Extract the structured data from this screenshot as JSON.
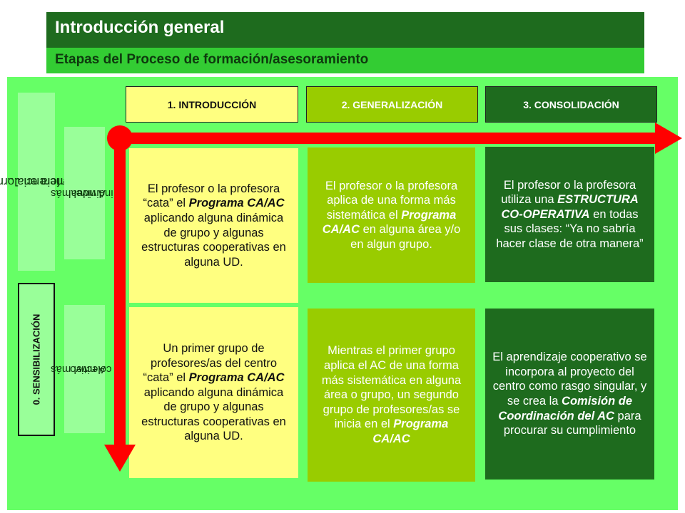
{
  "header": {
    "title": "Introducción general",
    "subtitle": "Etapas del Proceso de formación/asesoramiento"
  },
  "side": {
    "ponencia": [
      "Ponencia en Jornadas,",
      "conferencia..."
    ],
    "sensibilizacion": "0. SENSIBILIZACIÓN",
    "individual": [
      "A nivel más",
      "individual"
    ],
    "colectivo": [
      "A nivel más",
      "colectivo"
    ]
  },
  "stages": [
    {
      "label": "1. INTRODUCCIÓN"
    },
    {
      "label": "2. GENERALIZACIÓN"
    },
    {
      "label": "3. CONSOLIDACIÓN"
    }
  ],
  "cells": {
    "intro_individual": {
      "t1": "El profesor o la profesora “cata” el ",
      "em1": "Programa CA/AC",
      "t2": " aplicando alguna dinámica de grupo y algunas estructuras cooperativas en alguna UD."
    },
    "intro_colectivo": {
      "t1": "Un primer grupo de profesores/as del centro “cata” el ",
      "em1": "Programa CA/AC",
      "t2": " aplicando alguna dinámica de grupo y algunas estructuras cooperativas en alguna UD."
    },
    "gen_individual": {
      "t1": "El profesor o la profesora aplica de una forma más sistemática el ",
      "em1": "Programa CA/AC",
      "t2": " en alguna área y/o en algun grupo."
    },
    "gen_colectivo": {
      "t1": "Mientras el primer grupo aplica el AC de una forma más sistemática en alguna área o grupo, un segundo grupo de profesores/as se inicia en el ",
      "em1": "Programa CA/AC",
      "t2": ""
    },
    "cons_individual": {
      "t1": "El profesor o la profesora utiliza una ",
      "em1": "ESTRUCTURA CO-OPERATIVA",
      "t2": " en todas sus clases: “Ya no sabría hacer clase de otra manera”"
    },
    "cons_colectivo": {
      "t1": "El aprendizaje cooperativo se incorpora al proyecto del centro como rasgo singular, y se crea la ",
      "em1": "Comisión de Coordinación del AC",
      "t2": " para procurar su cumplimiento"
    }
  },
  "colors": {
    "dark_green": "#1e6b1e",
    "bright_green": "#33cc33",
    "panel_green": "#66ff66",
    "light_green": "#99ff99",
    "olive_green": "#99cc00",
    "yellow": "#ffff80",
    "arrow_red": "#ff0000"
  }
}
